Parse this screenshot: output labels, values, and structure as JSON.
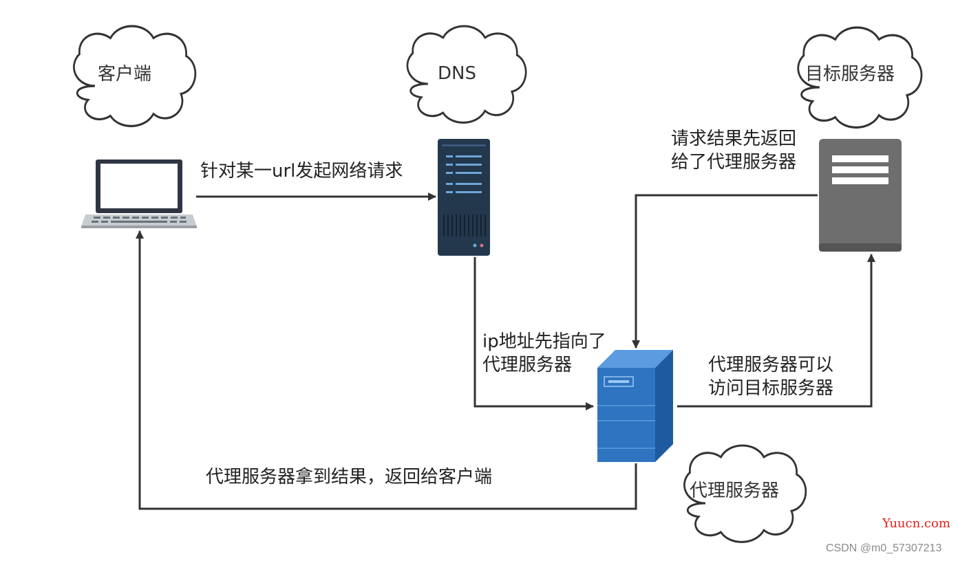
{
  "nodes": {
    "client": {
      "label": "客户端"
    },
    "dns": {
      "label": "DNS"
    },
    "target": {
      "label": "目标服务器"
    },
    "proxy": {
      "label": "代理服务器"
    }
  },
  "edges": {
    "client_to_dns": {
      "label": "针对某一url发起网络请求"
    },
    "dns_to_proxy": {
      "line1": "ip地址先指向了",
      "line2": "代理服务器"
    },
    "target_to_proxy": {
      "line1": "请求结果先返回",
      "line2": "给了代理服务器"
    },
    "proxy_to_target": {
      "line1": "代理服务器可以",
      "line2": "访问目标服务器"
    },
    "proxy_to_client": {
      "label": "代理服务器拿到结果，返回给客户端"
    }
  },
  "watermarks": {
    "site": "Yuucn.com",
    "author": "CSDN @m0_57307213"
  },
  "colors": {
    "line": "#333333",
    "dns_server": "#23384d",
    "target_server": "#6e6e6e",
    "proxy_server": "#2f74c0",
    "watermark_site": "#e0201c",
    "watermark_author": "#8a8a8a"
  }
}
